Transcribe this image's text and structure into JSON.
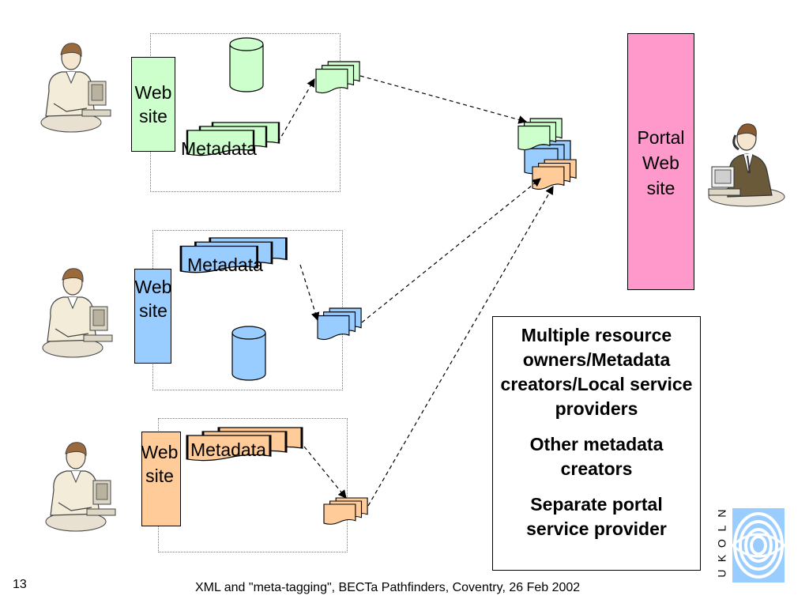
{
  "nodes": {
    "site1_label": "Web\nsite",
    "site2_label": "Web\nsite",
    "site3_label": "Web\nsite",
    "meta1_label": "Metadata",
    "meta2_label": "Metadata",
    "meta3_label": "Metadata",
    "portal_label": "Portal\nWeb\nsite"
  },
  "textbox": {
    "para1": "Multiple resource owners/Metadata creators/Local service providers",
    "para2": "Other metadata creators",
    "para3": "Separate portal service provider"
  },
  "footer": {
    "slide_number": "13",
    "caption": "XML and \"meta-tagging\", BECTa Pathfinders, Coventry, 26 Feb 2002"
  },
  "logo": {
    "letters": [
      "U",
      "K",
      "O",
      "L",
      "N"
    ]
  },
  "colors": {
    "green": "#ccffcc",
    "blue": "#99ccff",
    "orange": "#ffcc99",
    "pink": "#ff99cc"
  },
  "icons": [
    "person-at-computer-icon",
    "person-on-phone-icon",
    "database-cylinder-icon",
    "document-stack-icon",
    "ukoln-eye-logo"
  ]
}
